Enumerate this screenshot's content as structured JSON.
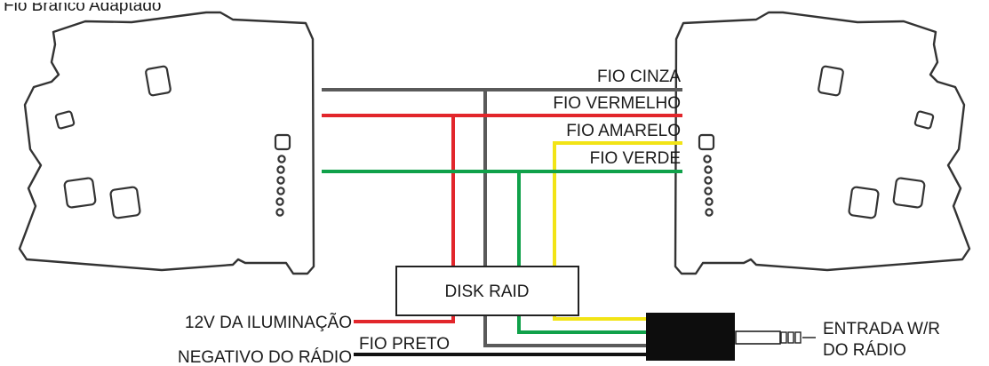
{
  "header": {
    "partial_caption": "Fio Branco Adaptado"
  },
  "labels": {
    "fio_cinza": "FIO CINZA",
    "fio_vermelho": "FIO VERMELHO",
    "fio_amarelo": "FIO AMARELO",
    "fio_verde": "FIO VERDE",
    "disk_raid": "DISK RAID",
    "iluminacao": "12V DA ILUMINAÇÃO",
    "negativo": "NEGATIVO DO RÁDIO",
    "fio_preto": "FIO PRETO",
    "entrada_line1": "ENTRADA W/R",
    "entrada_line2": "DO RÁDIO"
  },
  "colors": {
    "gray": "#5a5a5a",
    "red": "#e2262b",
    "yellow": "#f2e416",
    "green": "#10a14a",
    "black": "#111111",
    "outline": "#333333"
  }
}
